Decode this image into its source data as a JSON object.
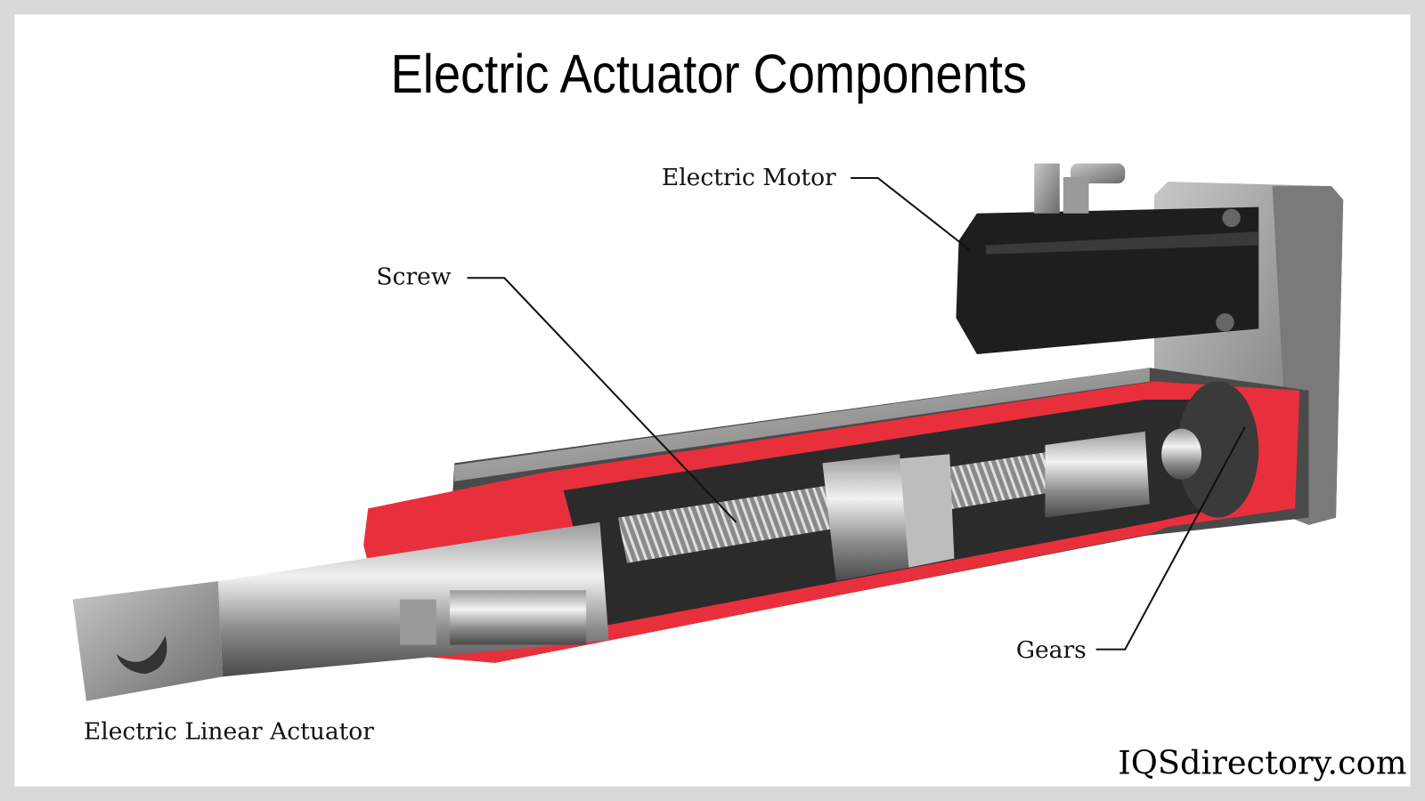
{
  "title": "Electric Actuator Components",
  "labels": {
    "motor": "Electric Motor",
    "screw": "Screw",
    "gears": "Gears",
    "actuator": "Electric Linear Actuator"
  },
  "brand": "IQSdirectory.com",
  "colors": {
    "housing_cut": "#e8303c",
    "motor": "#1e1e1e",
    "frame": "#d9d9d9"
  }
}
